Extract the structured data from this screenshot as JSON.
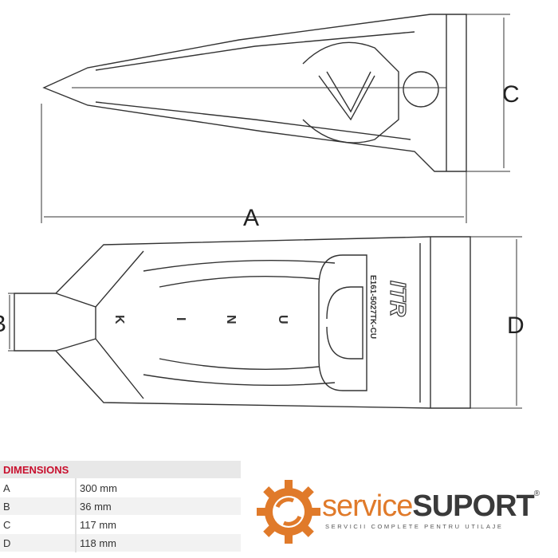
{
  "drawing": {
    "dimension_labels": {
      "a": "A",
      "b": "B",
      "c": "C",
      "d": "D"
    },
    "tooth_letters": [
      "K",
      "I",
      "N",
      "U"
    ],
    "brand_mark": "ITR",
    "part_number": "E161-5027TK-CU"
  },
  "dimensions_table": {
    "title": "DIMENSIONS",
    "rows": [
      {
        "key": "A",
        "value": "300 mm"
      },
      {
        "key": "B",
        "value": "36 mm"
      },
      {
        "key": "C",
        "value": "117 mm"
      },
      {
        "key": "D",
        "value": "118 mm"
      }
    ]
  },
  "logo": {
    "name_part1": "service",
    "name_part2": "SUPORT",
    "registered": "®",
    "tagline": "SERVICII COMPLETE PENTRU UTILAJE"
  },
  "colors": {
    "accent_red": "#c8102e",
    "logo_orange": "#e07a2a",
    "logo_dark": "#3a3a3a"
  }
}
